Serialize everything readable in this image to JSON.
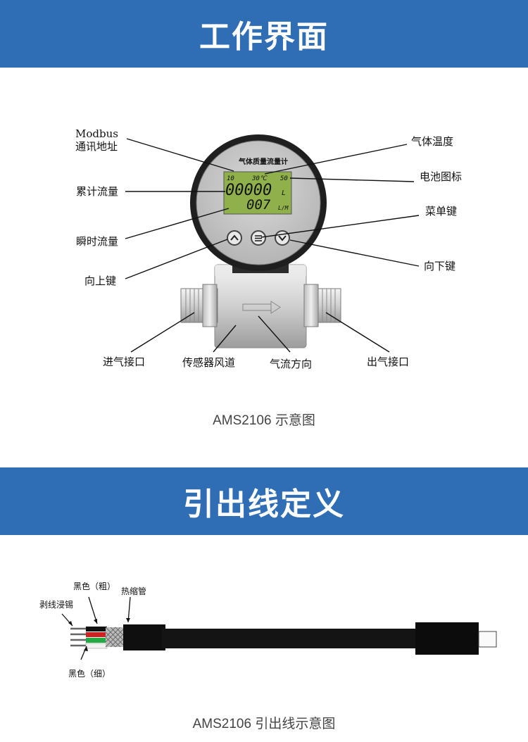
{
  "section1": {
    "title": "工作界面",
    "caption": "AMS2106 示意图",
    "device": {
      "face_title": "气体质量流量计",
      "lcd": {
        "address": "10",
        "temperature": "30℃",
        "battery": "50",
        "total": "00000",
        "total_unit": "L",
        "instant": "007",
        "instant_unit": "L/M"
      }
    },
    "labels": {
      "modbus_line1": "Modbus",
      "modbus_line2": "通讯地址",
      "cumulative_flow": "累计流量",
      "instant_flow": "瞬时流量",
      "up_key": "向上键",
      "gas_temp": "气体温度",
      "battery_icon": "电池图标",
      "menu_key": "菜单键",
      "down_key": "向下键",
      "inlet": "进气接口",
      "sensor_channel": "传感器风道",
      "flow_direction": "气流方向",
      "outlet": "出气接口"
    }
  },
  "section2": {
    "title": "引出线定义",
    "caption": "AMS2106 引出线示意图",
    "labels": {
      "black_thick": "黑色（粗）",
      "heat_shrink": "热缩管",
      "stripped": "剥线浸锡",
      "black_thin": "黑色（细）"
    },
    "wire_colors": [
      "#111111",
      "#cc2222",
      "#22aa44",
      "#f2f2f2"
    ]
  }
}
